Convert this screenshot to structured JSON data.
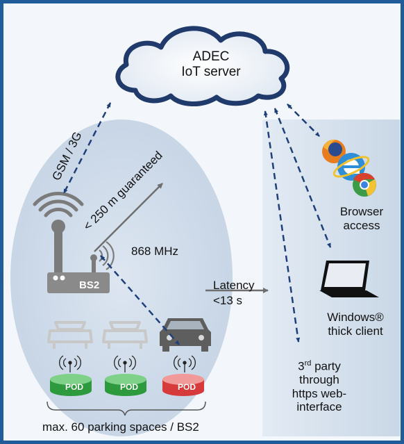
{
  "cloud": {
    "line1": "ADEC",
    "line2": "IoT server"
  },
  "links": {
    "gsm": "GSM / 3G",
    "range": "< 250 m guaranteed",
    "radio": "868 MHz"
  },
  "base_station": {
    "label": "BS2"
  },
  "latency": {
    "line1": "Latency",
    "line2": "<13 s"
  },
  "pods": {
    "label": "POD"
  },
  "clients": {
    "browser": {
      "line1": "Browser",
      "line2": "access"
    },
    "windows": {
      "line1": "Windows®",
      "line2": "thick client"
    },
    "third_party": {
      "prefix": "3",
      "superscript": "rd",
      "suffix": " party",
      "line2": "through",
      "line3": "https web-",
      "line4": "interface"
    }
  },
  "footer": {
    "caption": "max. 60 parking spaces / BS2"
  },
  "colors": {
    "border": "#1f5c99",
    "arrow": "#1f3f7a",
    "pod_green": "#2e9a3e",
    "pod_red": "#d63a3a",
    "device_gray": "#8a8a8a"
  },
  "icons": [
    "cloud-icon",
    "wifi-icon",
    "router-icon",
    "car-icon",
    "sensor-icon",
    "firefox-icon",
    "ie-icon",
    "chrome-icon",
    "laptop-icon"
  ]
}
